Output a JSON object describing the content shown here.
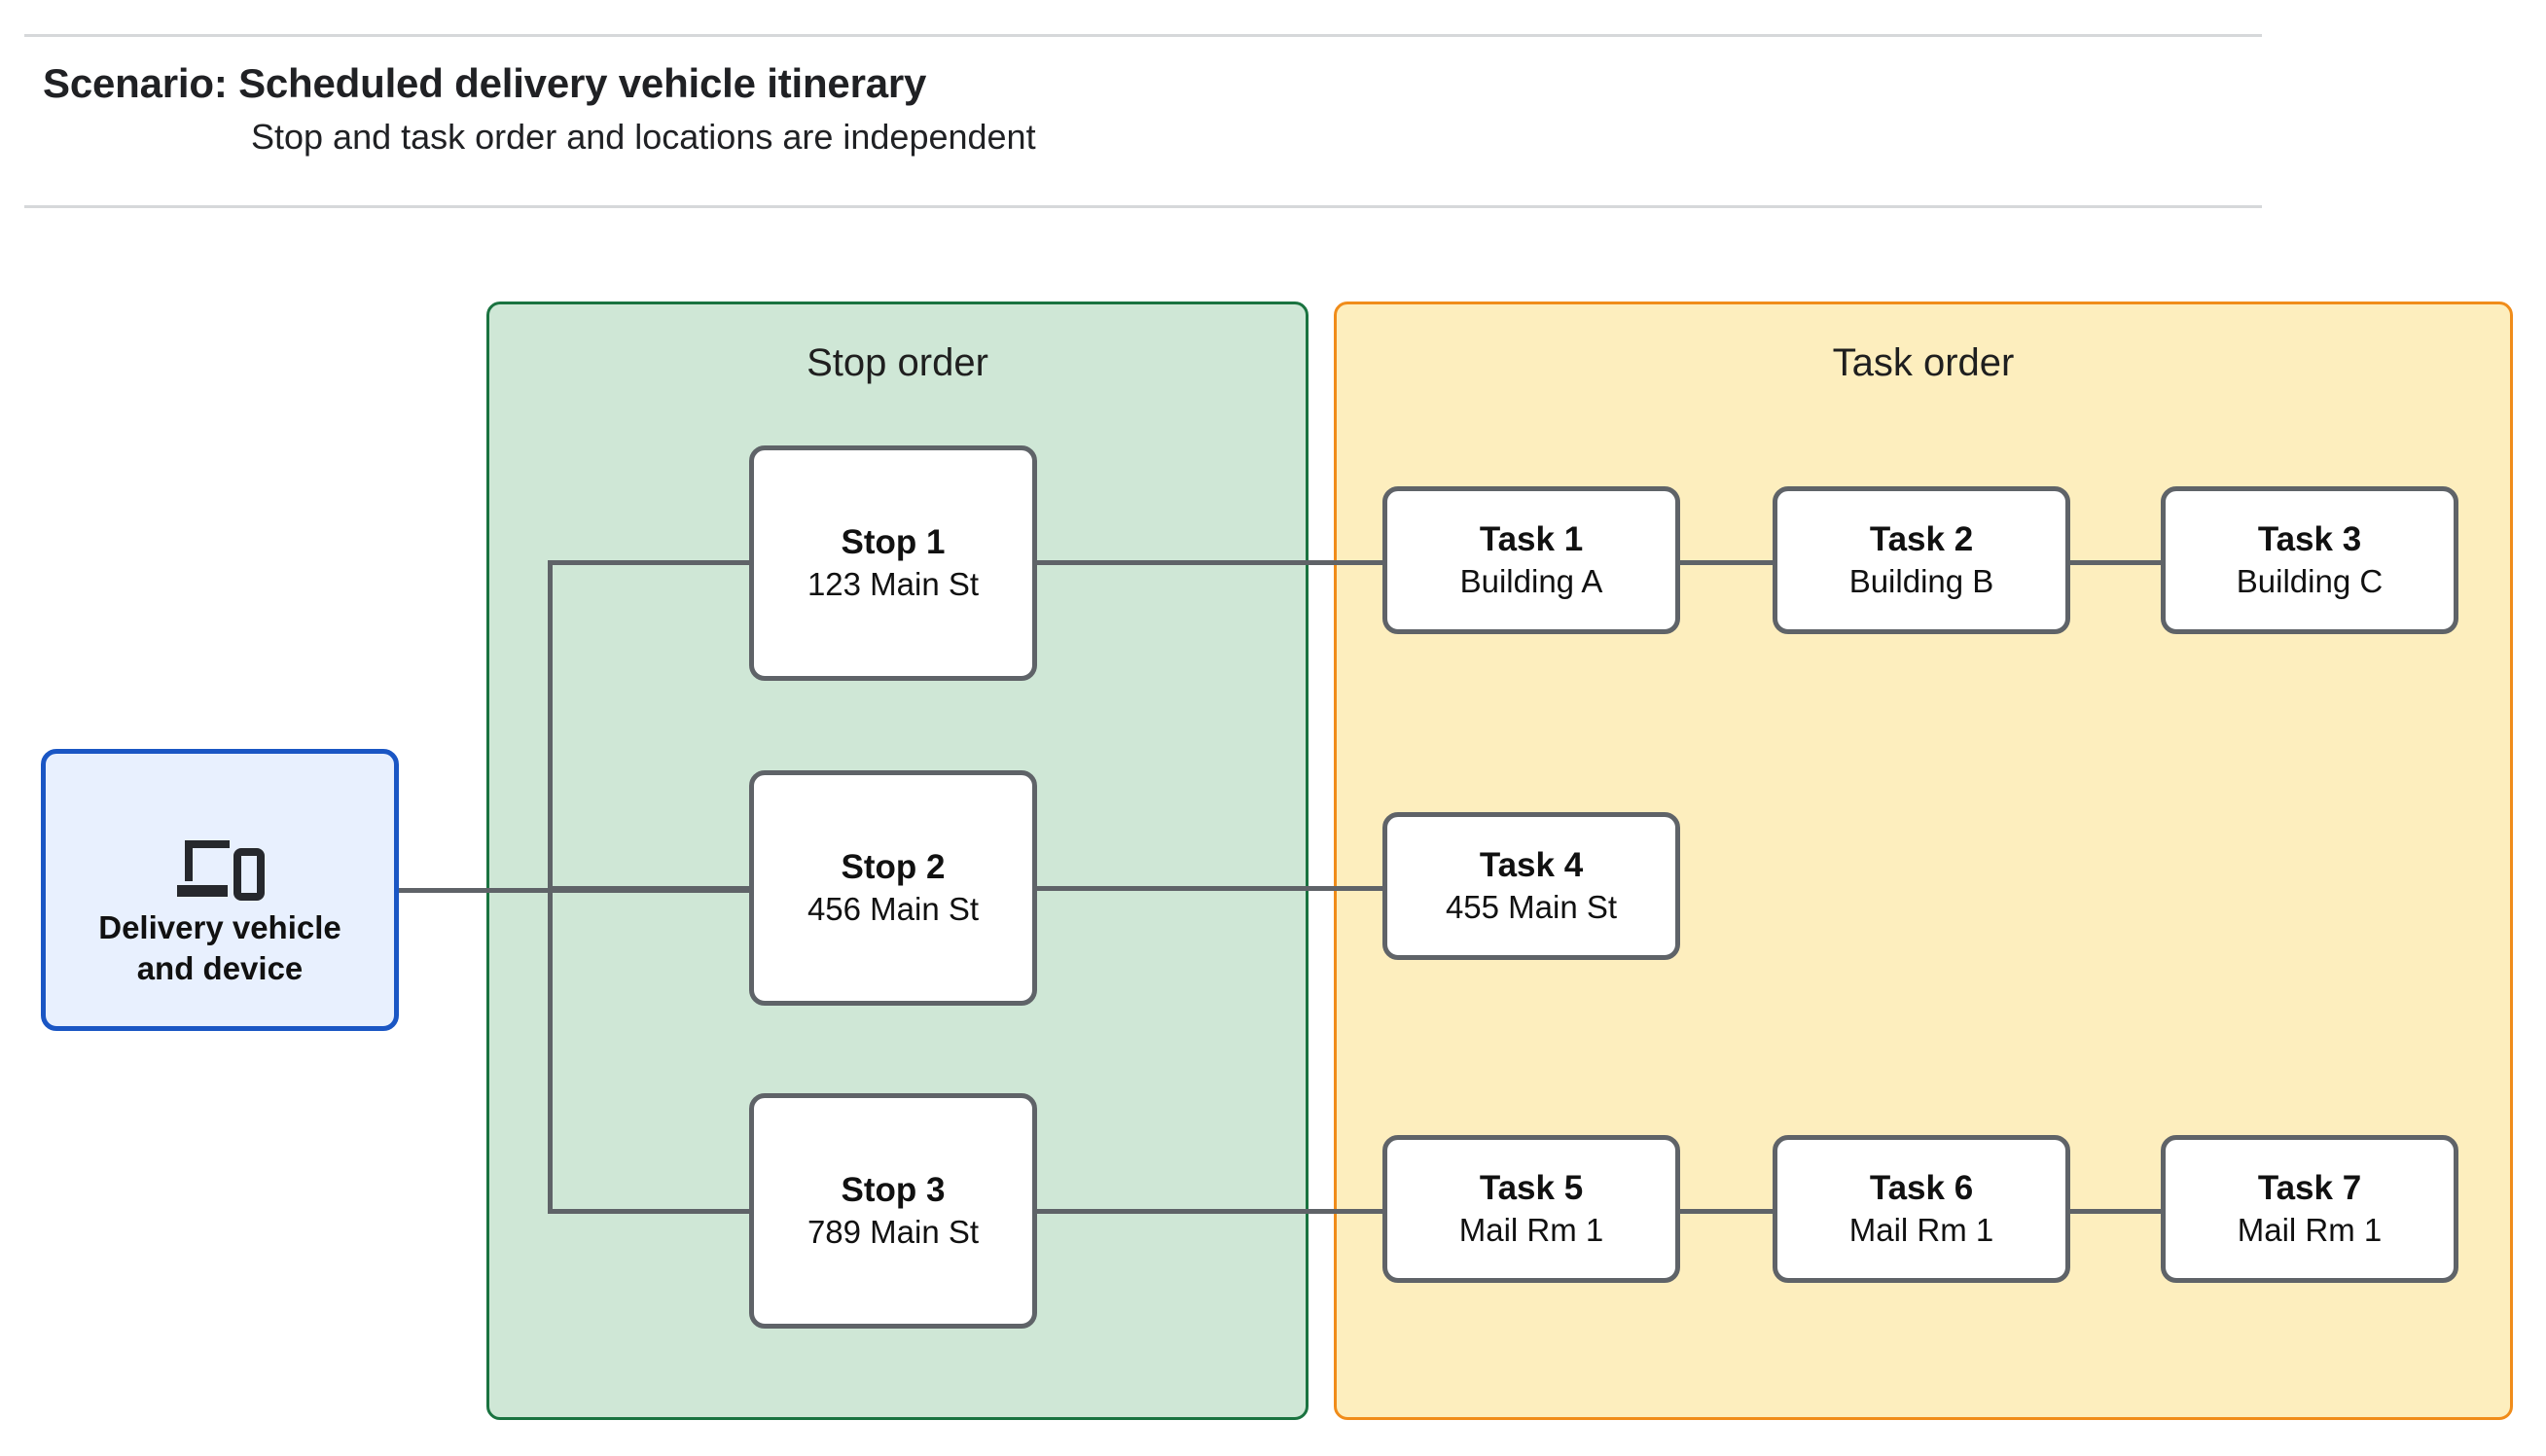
{
  "header": {
    "title": "Scenario: Scheduled delivery vehicle itinerary",
    "subtitle": "Stop and task order and locations are independent"
  },
  "device": {
    "icon": "devices-icon",
    "label_line1": "Delivery vehicle",
    "label_line2": "and device",
    "fill": "#e8f0fe",
    "border": "#1a56c4"
  },
  "panels": {
    "stop": {
      "title": "Stop order",
      "fill": "#cfe7d6",
      "border": "#1a7340"
    },
    "task": {
      "title": "Task order",
      "fill": "#fdeebe",
      "border": "#f08c1a"
    }
  },
  "stops": [
    {
      "title": "Stop 1",
      "address": "123 Main St"
    },
    {
      "title": "Stop 2",
      "address": "456 Main St"
    },
    {
      "title": "Stop 3",
      "address": "789 Main St"
    }
  ],
  "task_rows": [
    {
      "tasks": [
        {
          "title": "Task 1",
          "location": "Building A"
        },
        {
          "title": "Task 2",
          "location": "Building B"
        },
        {
          "title": "Task 3",
          "location": "Building C"
        }
      ]
    },
    {
      "tasks": [
        {
          "title": "Task 4",
          "location": "455 Main St"
        }
      ]
    },
    {
      "tasks": [
        {
          "title": "Task 5",
          "location": "Mail Rm 1"
        },
        {
          "title": "Task 6",
          "location": "Mail Rm 1"
        },
        {
          "title": "Task 7",
          "location": "Mail Rm 1"
        }
      ]
    }
  ],
  "colors": {
    "connector": "#5f6368",
    "node_border": "#5f6368",
    "rule": "#d6d8da",
    "text": "#111111"
  }
}
